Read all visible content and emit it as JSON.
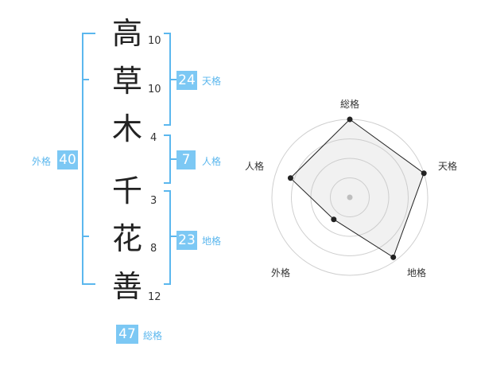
{
  "name": {
    "chars": [
      {
        "char": "高",
        "strokes": "10"
      },
      {
        "char": "草",
        "strokes": "10"
      },
      {
        "char": "木",
        "strokes": "4"
      },
      {
        "char": "千",
        "strokes": "3"
      },
      {
        "char": "花",
        "strokes": "8"
      },
      {
        "char": "善",
        "strokes": "12"
      }
    ]
  },
  "fortunes": {
    "tenkaku": {
      "value": "24",
      "label": "天格"
    },
    "jinkaku": {
      "value": "7",
      "label": "人格"
    },
    "chikaku": {
      "value": "23",
      "label": "地格"
    },
    "gaikaku": {
      "value": "40",
      "label": "外格"
    },
    "soukaku": {
      "value": "47",
      "label": "総格"
    }
  },
  "colors": {
    "accent": "#7cc8f4",
    "bracket": "#5bb7ee"
  },
  "chart_data": {
    "type": "radar",
    "axes": [
      "総格",
      "天格",
      "地格",
      "外格",
      "人格"
    ],
    "values": [
      1.0,
      1.0,
      0.95,
      0.35,
      0.8
    ],
    "max": 1.0,
    "rings": 4
  }
}
